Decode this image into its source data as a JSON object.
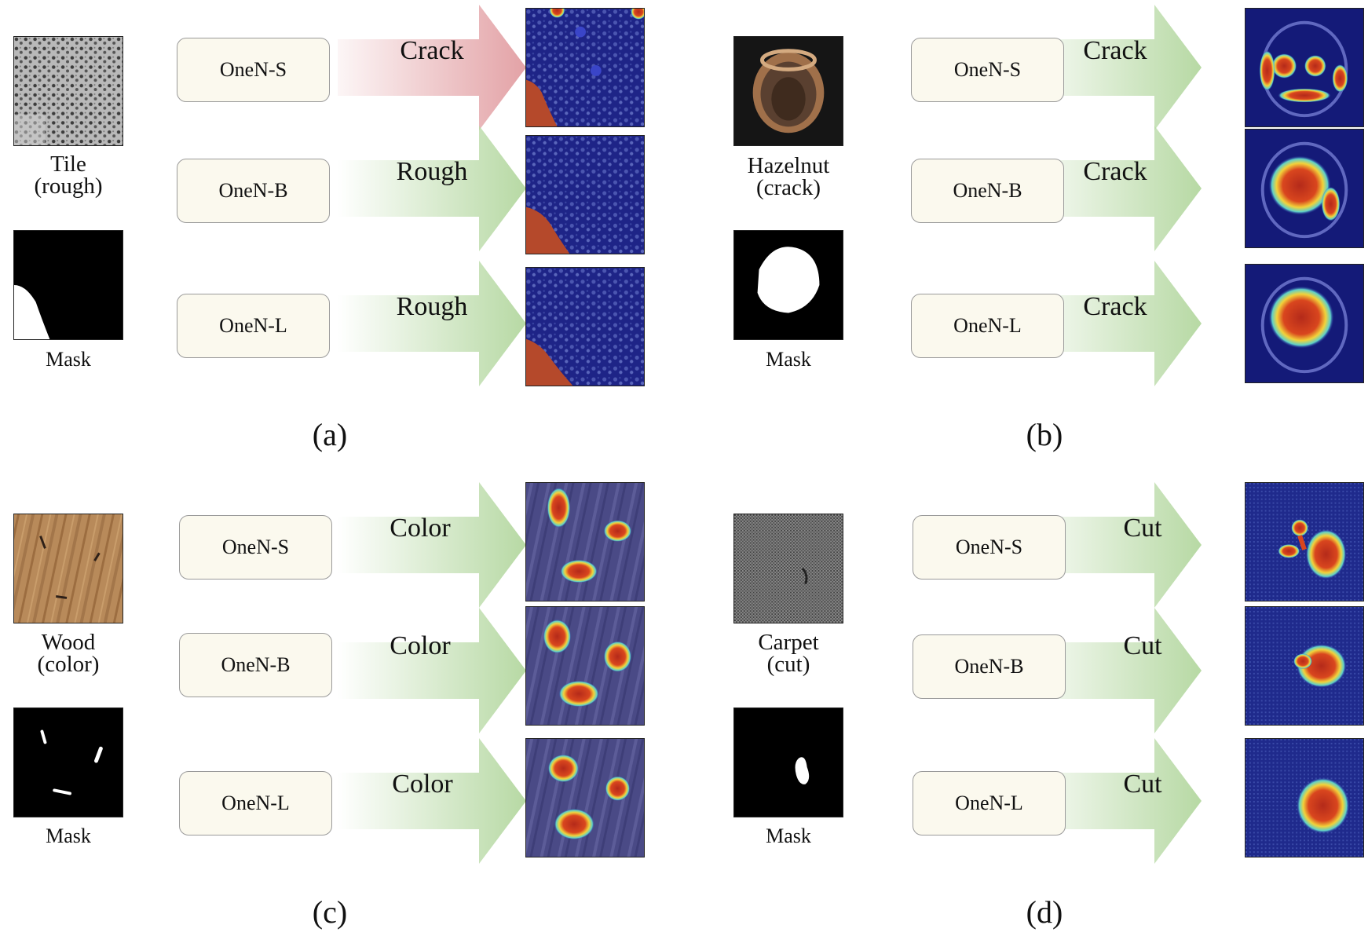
{
  "colors": {
    "box_fill": "#fbf9ee",
    "arrow_correct": "#b7d9a4",
    "arrow_wrong": "#e3a2a6",
    "heat_bg": "#1b1f86",
    "heat_hot": "#c0331c"
  },
  "panels": [
    {
      "label": "(a)",
      "input_caption_line1": "Tile",
      "input_caption_line2": "(rough)",
      "mask_label": "Mask",
      "rows": [
        {
          "model": "OneN-S",
          "prediction": "Crack",
          "correct": false
        },
        {
          "model": "OneN-B",
          "prediction": "Rough",
          "correct": true
        },
        {
          "model": "OneN-L",
          "prediction": "Rough",
          "correct": true
        }
      ]
    },
    {
      "label": "(b)",
      "input_caption_line1": "Hazelnut",
      "input_caption_line2": "(crack)",
      "mask_label": "Mask",
      "rows": [
        {
          "model": "OneN-S",
          "prediction": "Crack",
          "correct": true
        },
        {
          "model": "OneN-B",
          "prediction": "Crack",
          "correct": true
        },
        {
          "model": "OneN-L",
          "prediction": "Crack",
          "correct": true
        }
      ]
    },
    {
      "label": "(c)",
      "input_caption_line1": "Wood",
      "input_caption_line2": "(color)",
      "mask_label": "Mask",
      "rows": [
        {
          "model": "OneN-S",
          "prediction": "Color",
          "correct": true
        },
        {
          "model": "OneN-B",
          "prediction": "Color",
          "correct": true
        },
        {
          "model": "OneN-L",
          "prediction": "Color",
          "correct": true
        }
      ]
    },
    {
      "label": "(d)",
      "input_caption_line1": "Carpet",
      "input_caption_line2": "(cut)",
      "mask_label": "Mask",
      "rows": [
        {
          "model": "OneN-S",
          "prediction": "Cut",
          "correct": true
        },
        {
          "model": "OneN-B",
          "prediction": "Cut",
          "correct": true
        },
        {
          "model": "OneN-L",
          "prediction": "Cut",
          "correct": true
        }
      ]
    }
  ]
}
